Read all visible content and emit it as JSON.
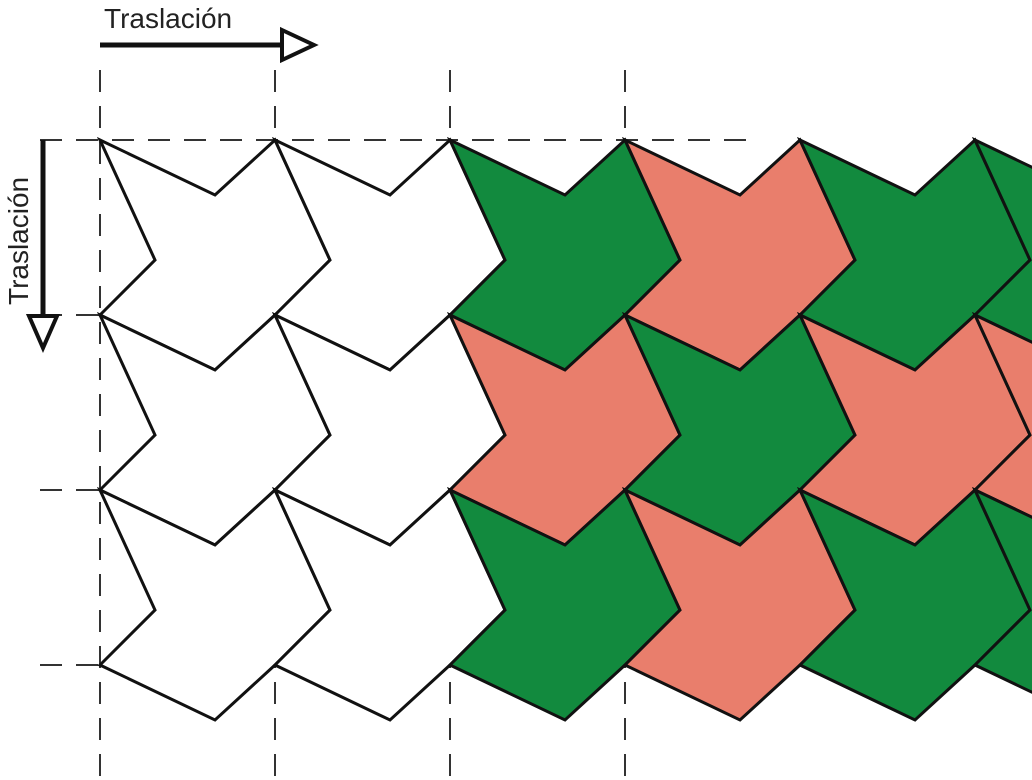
{
  "labels": {
    "horizontal": "Traslación",
    "vertical": "Traslación"
  },
  "colors": {
    "outline": "#111111",
    "green": "#128A3E",
    "salmon": "#E97E6C",
    "blank": "#ffffff",
    "grid": "#333333",
    "arrow": "#111111"
  },
  "tiling": {
    "columns": 6,
    "rows": 3,
    "pattern": [
      [
        "blank",
        "blank",
        "green",
        "salmon",
        "green",
        "green"
      ],
      [
        "blank",
        "blank",
        "salmon",
        "green",
        "salmon",
        "salmon"
      ],
      [
        "blank",
        "blank",
        "green",
        "salmon",
        "green",
        "green"
      ]
    ]
  }
}
